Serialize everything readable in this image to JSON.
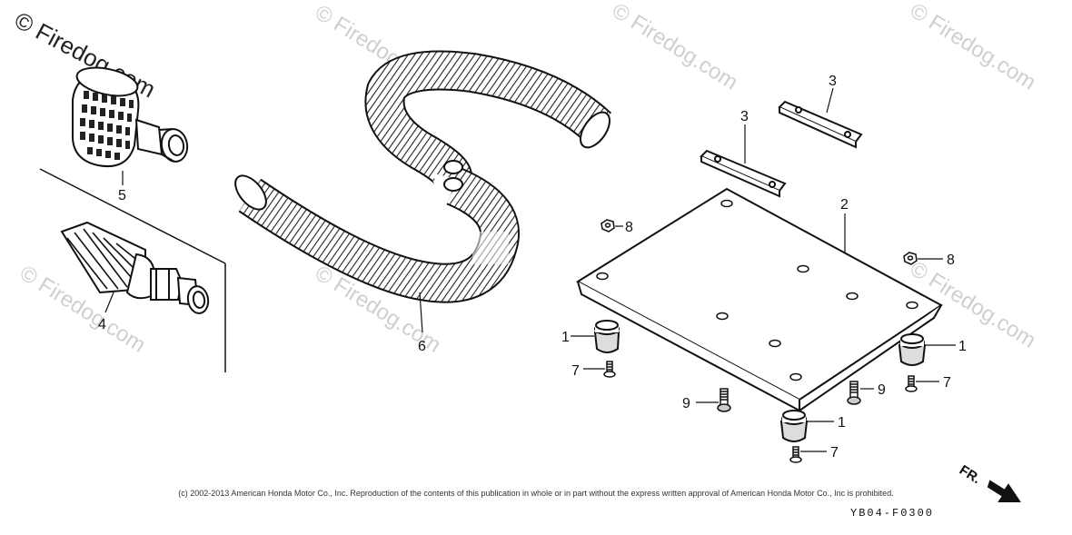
{
  "watermark": {
    "main": "© Firedog.com",
    "repeat": "© Firedog.com"
  },
  "callouts": {
    "rubber_foot": "1",
    "base_plate": "2",
    "stay_strap": "3",
    "strainer_4": "4",
    "strainer_5": "5",
    "suction_hose": "6",
    "screw_7": "7",
    "nut_8": "8",
    "bolt_9": "9"
  },
  "front_indicator": "FR.",
  "copyright": "(c) 2002-2013 American Honda Motor Co., Inc. Reproduction of the contents of this publication in whole or in part without the express written approval of American Honda Motor Co., Inc is prohibited.",
  "diagram_code": "YB04-F0300"
}
